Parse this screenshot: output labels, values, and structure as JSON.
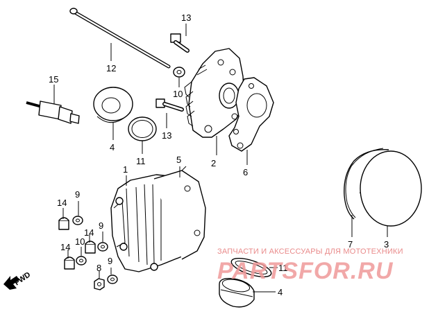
{
  "labels": {
    "l1": "1",
    "l2": "2",
    "l3": "3",
    "l4a": "4",
    "l4b": "4",
    "l5": "5",
    "l6": "6",
    "l7": "7",
    "l8": "8",
    "l9a": "9",
    "l9b": "9",
    "l9c": "9",
    "l10a": "10",
    "l10b": "10",
    "l11a": "11",
    "l11b": "11",
    "l12": "12",
    "l13a": "13",
    "l13b": "13",
    "l14a": "14",
    "l14b": "14",
    "l14c": "14",
    "l15": "15"
  },
  "direction_marker": "FWD",
  "watermark": {
    "caption": "ЗАПЧАСТИ И АКСЕССУАРЫ ДЛЯ МОТОТЕХНИКИ",
    "logo": "PARTSFOR.RU"
  },
  "colors": {
    "line": "#000000",
    "watermark": "#ef9a9a"
  }
}
